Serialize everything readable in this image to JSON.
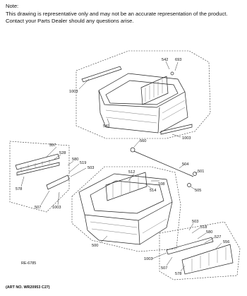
{
  "note": {
    "heading": "Note:",
    "line1": "This drawing is representative only and may not be an accurate representation of the product.",
    "line2": "Contact your Parts Dealer should any questions arise."
  },
  "callouts": {
    "c542": "542",
    "c693": "693",
    "c1003a": "1003",
    "c543": "543",
    "c1003b": "1003",
    "c560": "560",
    "c557": "557",
    "c528": "528",
    "c580a": "580",
    "c519": "519",
    "c503a": "503",
    "c578a": "578",
    "c507a": "507",
    "c1003c": "1003",
    "c512": "512",
    "c514": "514",
    "c108": "108",
    "c504": "504",
    "c501": "501",
    "c505": "505",
    "c500": "500",
    "c503b": "503",
    "c518": "518",
    "c580b": "580",
    "c527": "527",
    "c556": "556",
    "c1003d": "1003",
    "c507b": "507",
    "c578b": "578"
  },
  "footer": {
    "ref": "RE-6785",
    "art_no": "(ART NO. WR20953 C27)"
  }
}
